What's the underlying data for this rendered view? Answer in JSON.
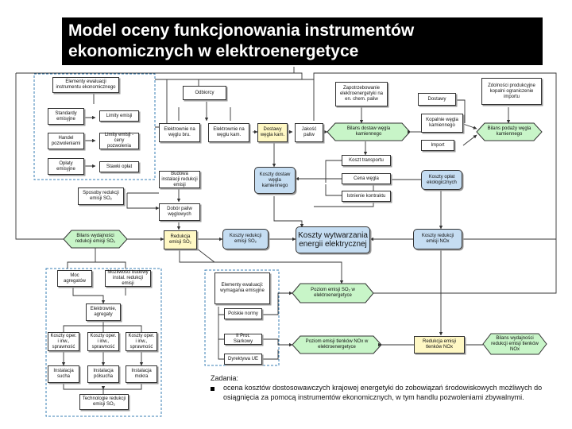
{
  "title": {
    "line1": "Model oceny funkcjonowania instrumentów",
    "line2": "ekonomicznych w elektroenergetyce"
  },
  "boxes": {
    "elementy_ewaluacji": "Elementy ewaluacji instrumentu ekonomicznego",
    "standardy": "Standardy emisyjne",
    "limity_emisji": "Limity emisji",
    "handel": "Handel pozwoleniami",
    "limity_ceny": "Limity emisji - ceny pozwolenia",
    "oplaty": "Opłaty emisyjne",
    "stawki": "Stawki opłat",
    "odbiorcy": "Odbiorcy",
    "zapotrzebowanie": "Zapotrzebowanie elektroenergetyki na en. chem. paliw",
    "zdolnosci": "Zdolności produkcyjne kopalni ograniczenie importu",
    "elektrownie_bru": "Elektrownie na węglu bru.",
    "elektrownie_kam": "Elektrownie na węglu kam.",
    "dostawy_wegla": "Dostawy węgla kam.",
    "jakosc_paliw": "Jakość paliw",
    "bilans_dostaw": "Bilans dostaw węgla kamiennego",
    "dostawy": "Dostawy",
    "kopalnie": "Kopalnie węgla kamiennego",
    "bilans_podazy": "Bilans podaży węgla kamiennego",
    "import": "Import",
    "budowa_instalacji": "Budowa instalacji redukcji emisji",
    "koszty_dostaw": "Koszty dostaw węgla kamiennego",
    "koszt_transportu": "Koszt transportu",
    "cena_wegla": "Cena węgla",
    "istnienie_kontraktu": "Istnienie kontraktu",
    "koszty_oplat": "Koszty opłat ekologicznych",
    "sposoby_redukcji": "Sposoby redukcji emisji SO₂",
    "dobor_paliw": "Dobór paliw węglowych",
    "bilans_so2": "Bilans wydajności redukcji emisji SO₂",
    "redukcja_so2": "Redukcja emisji SO₂",
    "koszty_redukcji_so2": "Koszty redukcji emisji SO₂",
    "koszty_wytwarzania": "Koszty wytwarzania energii elektrycznej",
    "koszty_redukcji_nox": "Koszty redukcji emisji NOx",
    "moc_agregatow": "Moc agregatów",
    "mozliwosci_budowy": "Możliwości budowy instal. redukcji emisji",
    "elektrownie_agregaty": "Elektrownie, agregaty",
    "koszty1": "Koszty oper. i inw., sprawność",
    "koszty2": "Koszty oper. i inw., sprawność",
    "koszty3": "Koszty oper. i inw., sprawność",
    "instalacja_sucha": "Instalacja sucha",
    "instalacja_polsucha": "Instalacja półsucha",
    "instalacja_mokra": "Instalacja mokra",
    "technologie": "Technologie redukcji emisji SO₂",
    "elementy_wymagania": "Elementy ewaluacji: wymagania emisyjne",
    "polskie_normy": "Polskie normy",
    "ii_prot": "II Prot. Siarkowy",
    "dyrektywa": "Dyrektywa UE",
    "poziom_so2": "Poziom emisji SO₂ w elektroenergetyce",
    "poziom_nox": "Poziom emisji tlenków NOx w elektroenergetyce",
    "redukcja_nox": "Redukcja emisji tlenków NOx",
    "bilans_nox": "Bilans wydajności redukcji emisji tlenków NOx"
  },
  "tasks": {
    "heading": "Zadania:",
    "item1": "ocena kosztów dostosowawczych krajowej energetyki do zobowiązań środowiskowych możliwych do osiągnięcia za pomocą instrumentów ekonomicznych, w tym handlu pozwoleniami zbywalnymi."
  },
  "colors": {
    "green": "#c8f5c8",
    "yellow": "#fff8c4",
    "blue": "#c5ddf2",
    "dashed_frame": "#3a7fb5"
  }
}
